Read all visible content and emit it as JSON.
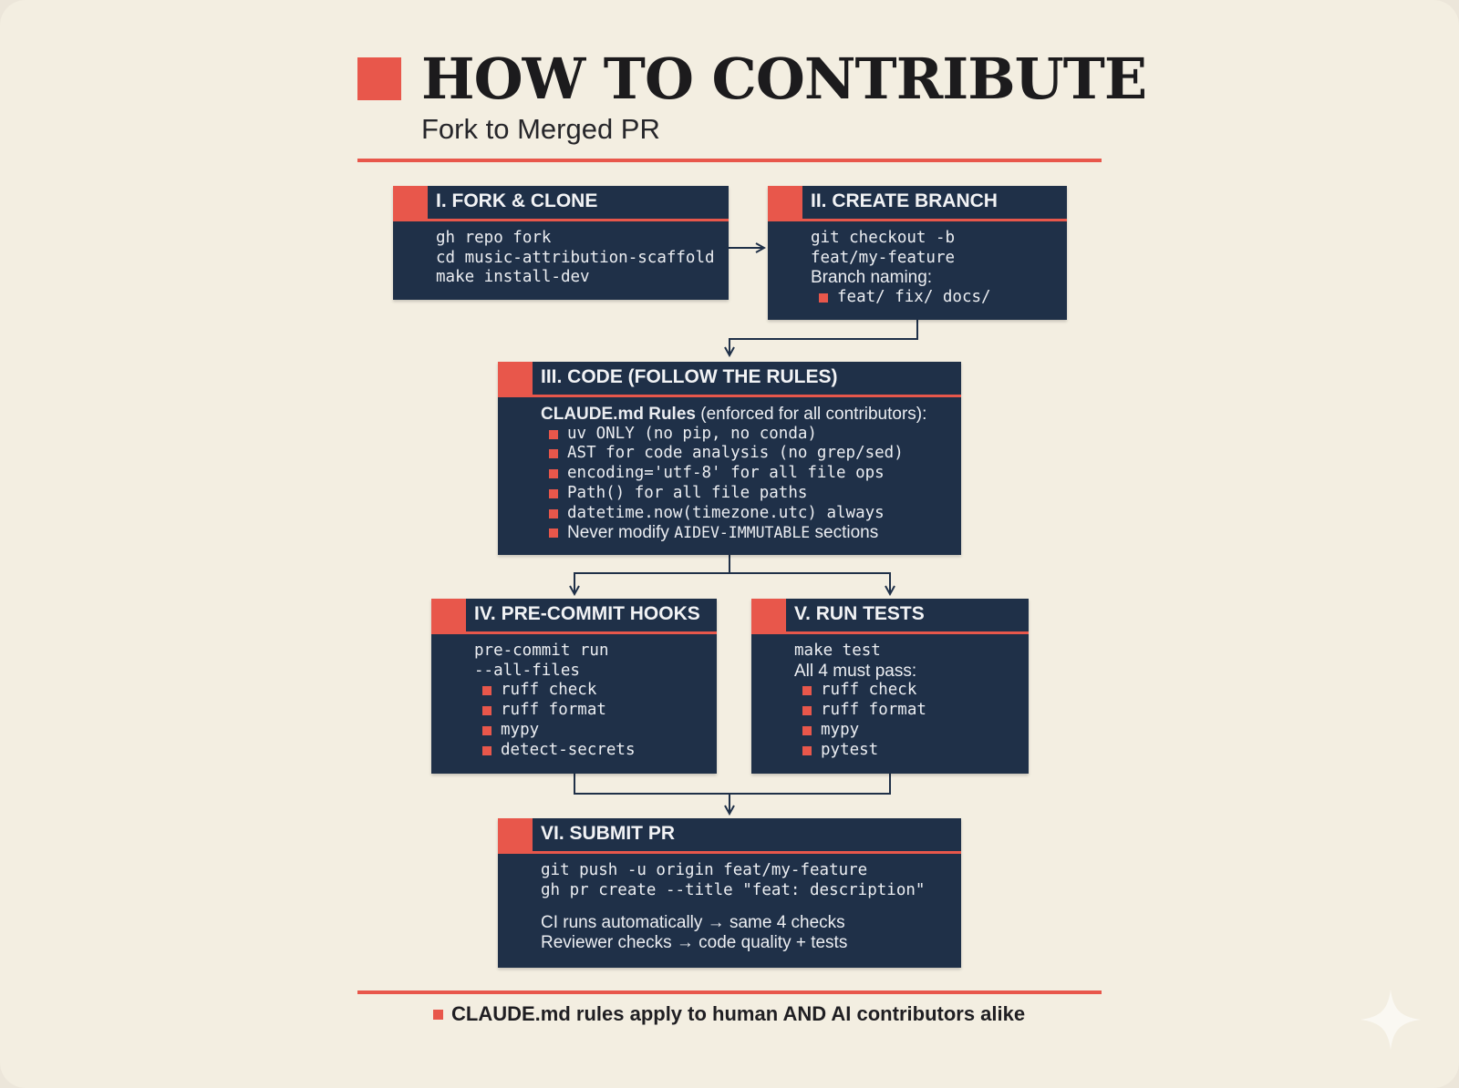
{
  "header": {
    "title": "HOW TO CONTRIBUTE",
    "subtitle": "Fork to Merged PR"
  },
  "steps": {
    "fork": {
      "title": "I. FORK & CLONE",
      "lines": [
        "gh repo fork",
        "cd music-attribution-scaffold",
        "make install-dev"
      ]
    },
    "branch": {
      "title": "II. CREATE BRANCH",
      "lines": [
        "git checkout -b",
        "feat/my-feature"
      ],
      "naming_label": "Branch naming:",
      "naming_bullet": "feat/ fix/ docs/"
    },
    "code": {
      "title": "III. CODE (FOLLOW THE RULES)",
      "rules_intro_bold": "CLAUDE.md Rules",
      "rules_intro_rest": " (enforced for all contributors):",
      "rules": [
        "uv ONLY (no pip, no conda)",
        "AST for code analysis (no grep/sed)",
        "encoding='utf-8' for all file ops",
        "Path() for all file paths",
        "datetime.now(timezone.utc) always"
      ],
      "last_rule_pre": "Never modify ",
      "last_rule_code": "AIDEV-IMMUTABLE",
      "last_rule_post": " sections"
    },
    "hooks": {
      "title": "IV. PRE-COMMIT HOOKS",
      "lines": [
        "pre-commit run",
        "--all-files"
      ],
      "bullets": [
        "ruff check",
        "ruff format",
        "mypy",
        "detect-secrets"
      ]
    },
    "tests": {
      "title": "V. RUN TESTS",
      "command": "make test",
      "must_pass": "All 4 must pass:",
      "bullets": [
        "ruff check",
        "ruff format",
        "mypy",
        "pytest"
      ]
    },
    "submit": {
      "title": "VI. SUBMIT PR",
      "lines": [
        "git push -u origin feat/my-feature",
        "gh pr create --title \"feat: description\""
      ],
      "notes": [
        "CI runs automatically → same 4 checks",
        "Reviewer checks → code quality + tests"
      ]
    }
  },
  "footer": {
    "note": "CLAUDE.md rules apply to human AND AI contributors alike"
  },
  "colors": {
    "accent": "#e8574b",
    "box": "#1f3048",
    "background": "#f3eee1",
    "ink": "#1c1b1d"
  },
  "icons": {
    "corner": "sparkle-icon"
  }
}
